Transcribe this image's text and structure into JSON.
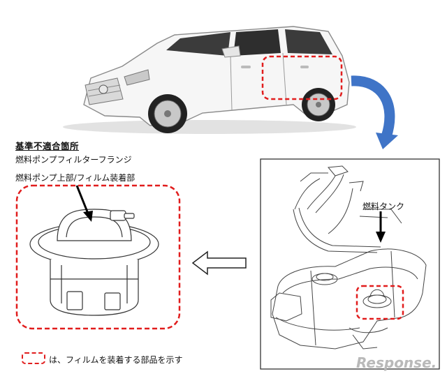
{
  "labels": {
    "heading": "基準不適合箇所",
    "line1": "燃料ポンプフィルターフランジ",
    "line2": "燃料ポンプ上部/フィルム装着部",
    "tank": "燃料タンク",
    "legend": "は、フィルムを装着する部品を示す"
  },
  "watermark": "Response.",
  "colors": {
    "highlight": "#e11d1d",
    "flow_arrow": "#3f74c7",
    "line_art": "#333333"
  }
}
